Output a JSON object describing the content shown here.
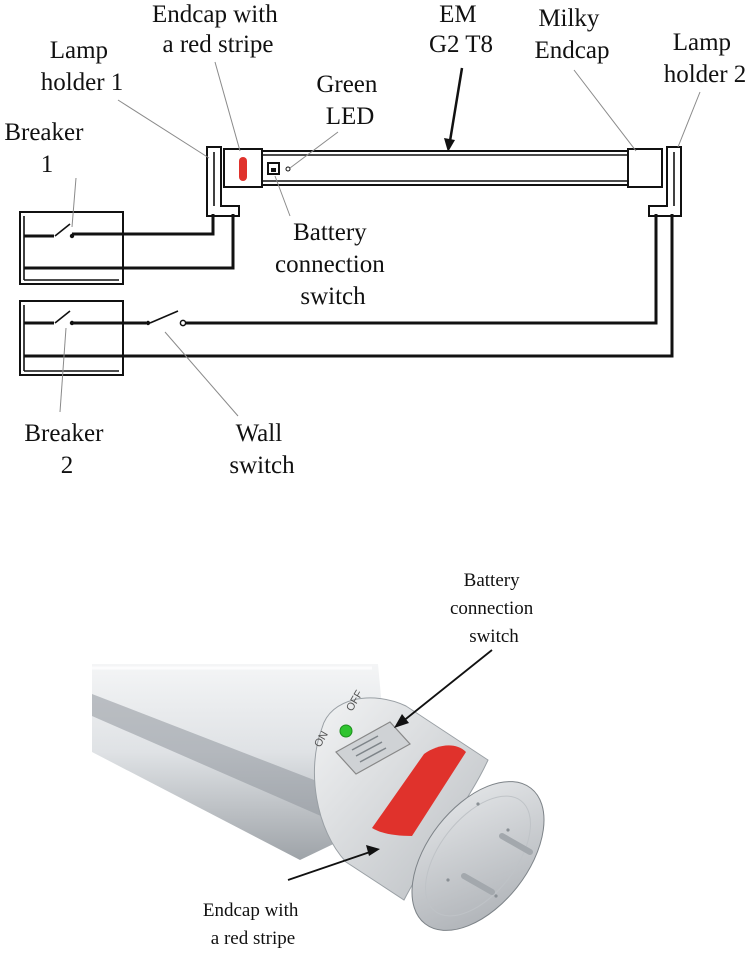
{
  "diagram": {
    "labels": {
      "endcap_red_top": [
        "Endcap with",
        "a red stripe"
      ],
      "em_tube": [
        "EM",
        "G2 T8"
      ],
      "milky_endcap": [
        "Milky",
        "Endcap"
      ],
      "lamp_holder_1": [
        "Lamp",
        "holder 1"
      ],
      "lamp_holder_2": [
        "Lamp",
        "holder 2"
      ],
      "green_led": [
        "Green",
        "LED"
      ],
      "breaker_1": [
        "Breaker",
        "1"
      ],
      "battery_switch_top": [
        "Battery",
        "connection",
        "switch"
      ],
      "breaker_2": [
        "Breaker",
        "2"
      ],
      "wall_switch": [
        "Wall",
        "switch"
      ],
      "battery_switch_bottom": [
        "Battery",
        "connection",
        "switch"
      ],
      "endcap_red_bottom": [
        "Endcap with",
        "a red stripe"
      ]
    },
    "switch_markings": {
      "on": "ON",
      "off": "OFF"
    },
    "colors": {
      "red_stripe": "#e0322c",
      "green_led": "#2fc42f",
      "line": "#111111",
      "tube_body": "#d9dcdf"
    }
  }
}
